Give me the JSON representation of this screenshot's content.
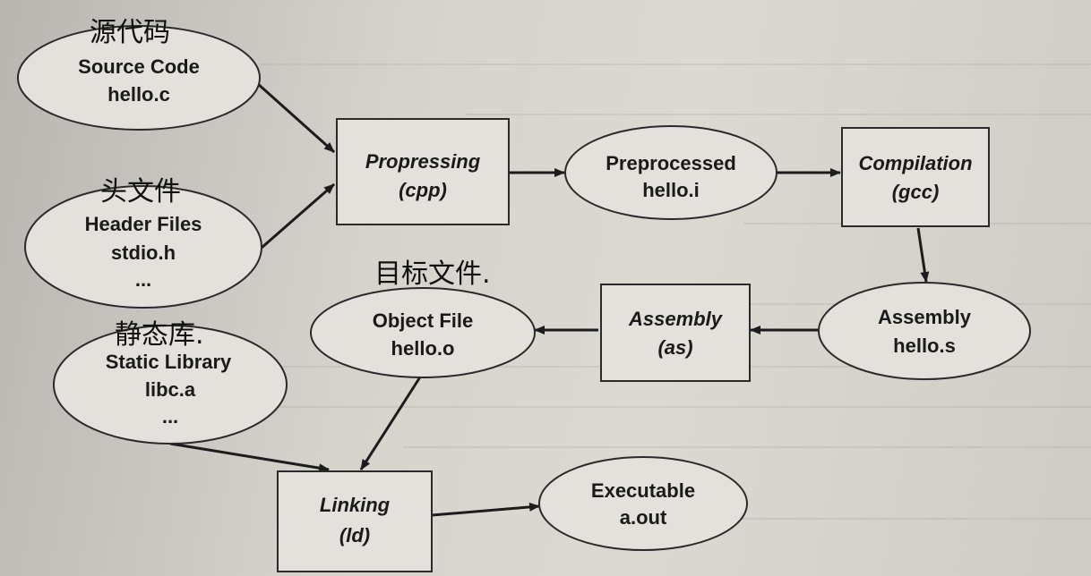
{
  "nodes": {
    "source": {
      "lines": [
        "Source Code",
        "hello.c"
      ],
      "note": "源代码"
    },
    "header": {
      "lines": [
        "Header Files",
        "stdio.h",
        "..."
      ],
      "note": "头文件"
    },
    "static_lib": {
      "lines": [
        "Static Library",
        "libc.a",
        "..."
      ],
      "note": "静态库."
    },
    "preprocessing": {
      "lines": [
        "Propressing",
        "(cpp)"
      ]
    },
    "preprocessed": {
      "lines": [
        "Preprocessed",
        "hello.i"
      ]
    },
    "compilation": {
      "lines": [
        "Compilation",
        "(gcc)"
      ]
    },
    "assembly_file": {
      "lines": [
        "Assembly",
        "hello.s"
      ]
    },
    "assembly_step": {
      "lines": [
        "Assembly",
        "(as)"
      ]
    },
    "object_file": {
      "lines": [
        "Object File",
        "hello.o"
      ],
      "note": "目标文件."
    },
    "linking": {
      "lines": [
        "Linking",
        "(ld)"
      ]
    },
    "executable": {
      "lines": [
        "Executable",
        "a.out"
      ]
    }
  },
  "colors": {
    "shape_fill": "#e4e1dc",
    "stroke": "#2a2a2a",
    "text": "#1a1a1a"
  }
}
